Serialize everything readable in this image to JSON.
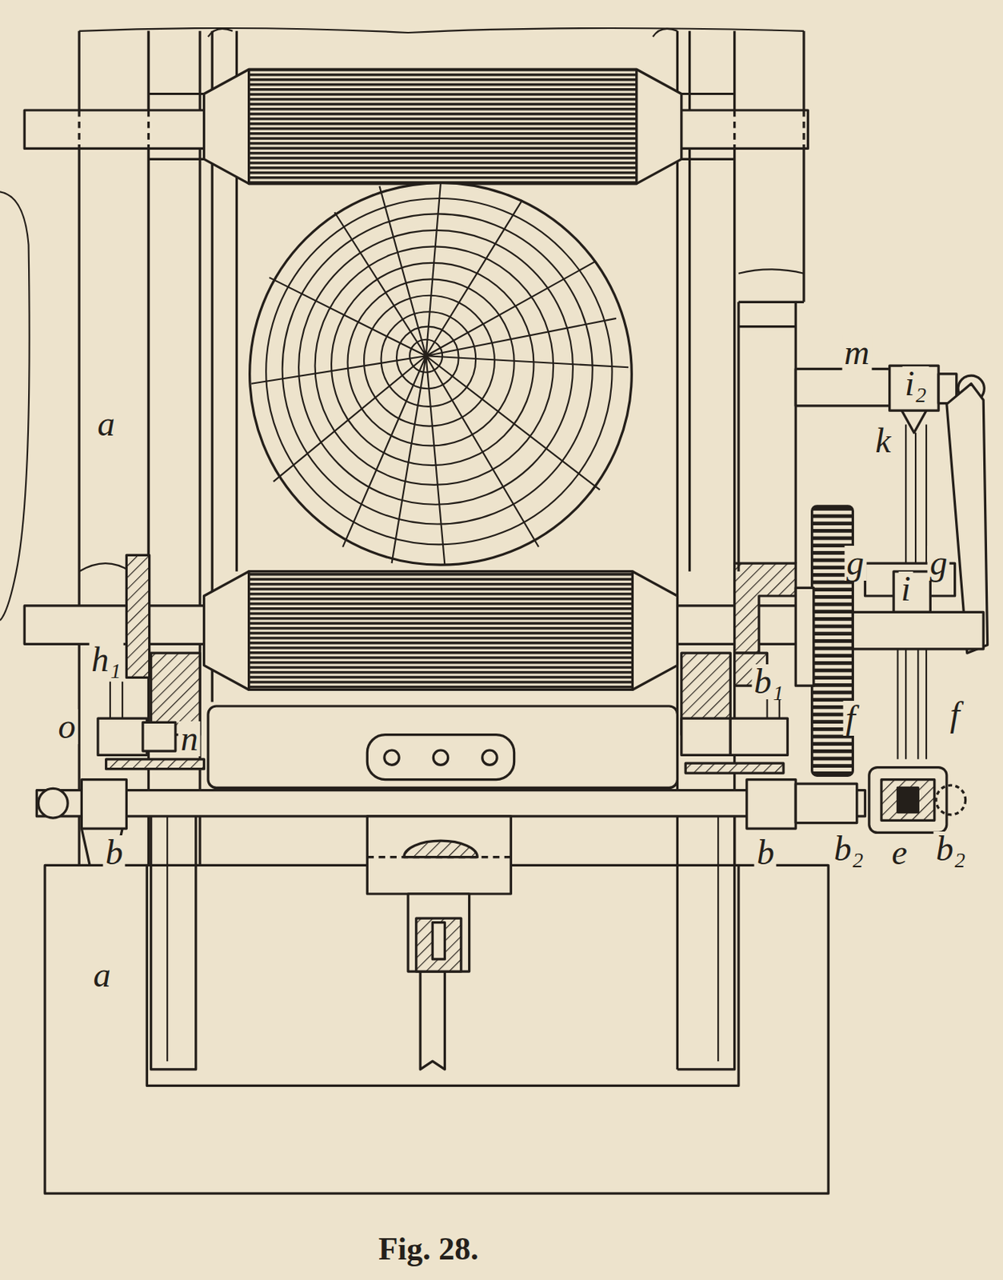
{
  "diagram": {
    "caption": "Fig. 28.",
    "labels": [
      "a",
      "a",
      "m",
      "i₂",
      "k",
      "g",
      "g",
      "i",
      "f",
      "f",
      "b₁",
      "b",
      "b₂",
      "e",
      "b₂",
      "h₁",
      "o",
      "n",
      "b"
    ]
  }
}
